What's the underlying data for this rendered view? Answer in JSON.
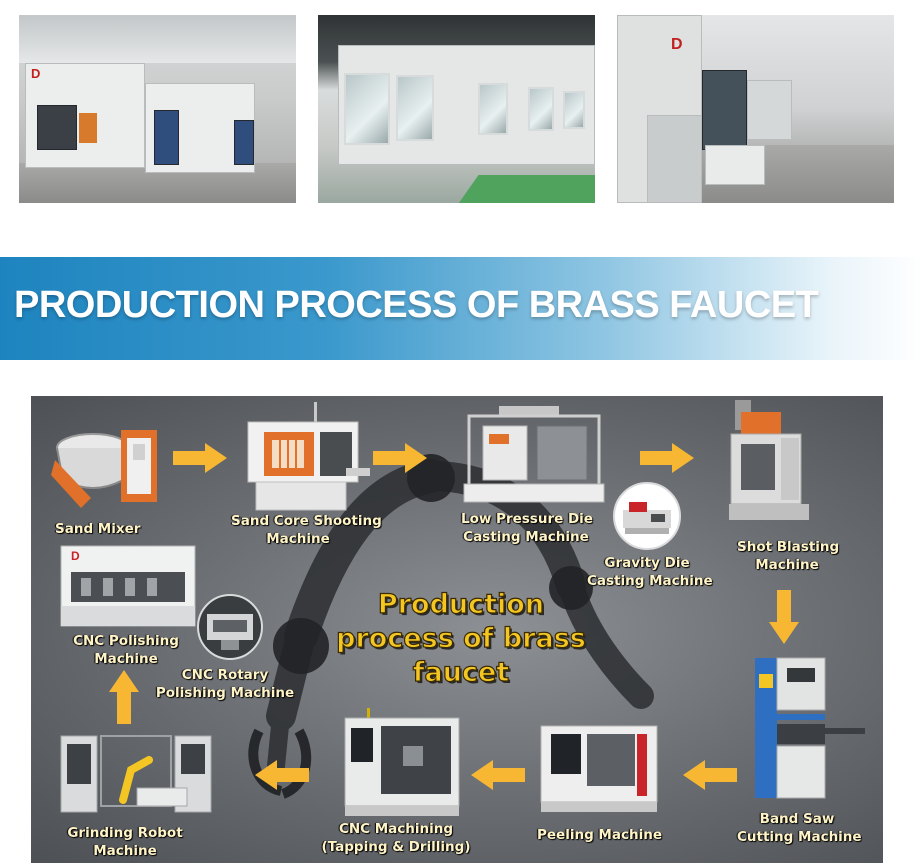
{
  "photos": [
    {
      "name": "factory-photo-1",
      "logo": "D"
    },
    {
      "name": "factory-photo-2"
    },
    {
      "name": "factory-photo-3",
      "logo": "D"
    }
  ],
  "banner": {
    "title": "PRODUCTION PROCESS OF BRASS FAUCET"
  },
  "process": {
    "center_title_line1": "Production",
    "center_title_line2": "process of brass",
    "center_title_line3": "faucet",
    "steps": [
      {
        "id": "sand-mixer",
        "label": "Sand Mixer"
      },
      {
        "id": "sand-core-shooting",
        "label_1": "Sand Core Shooting",
        "label_2": "Machine"
      },
      {
        "id": "low-pressure-die-casting",
        "label_1": "Low Pressure Die",
        "label_2": "Casting Machine"
      },
      {
        "id": "gravity-die-casting",
        "label_1": "Gravity Die",
        "label_2": "Casting Machine"
      },
      {
        "id": "shot-blasting",
        "label_1": "Shot Blasting",
        "label_2": "Machine"
      },
      {
        "id": "band-saw",
        "label_1": "Band Saw",
        "label_2": "Cutting Machine"
      },
      {
        "id": "peeling",
        "label": "Peeling Machine"
      },
      {
        "id": "cnc-machining",
        "label_1": "CNC Machining",
        "label_2": "(Tapping & Drilling)"
      },
      {
        "id": "grinding-robot",
        "label_1": "Grinding Robot",
        "label_2": "Machine"
      },
      {
        "id": "cnc-rotary-polishing",
        "label_1": "CNC Rotary",
        "label_2": "Polishing Machine"
      },
      {
        "id": "cnc-polishing",
        "label_1": "CNC Polishing",
        "label_2": "Machine"
      }
    ],
    "colors": {
      "title_fill": "#f3c623",
      "label_text": "#fff4c8",
      "arrow_fill": "#f7b733",
      "machine_orange": "#e0702a",
      "machine_blue": "#2e6fc2",
      "machine_red": "#c8242a"
    }
  }
}
